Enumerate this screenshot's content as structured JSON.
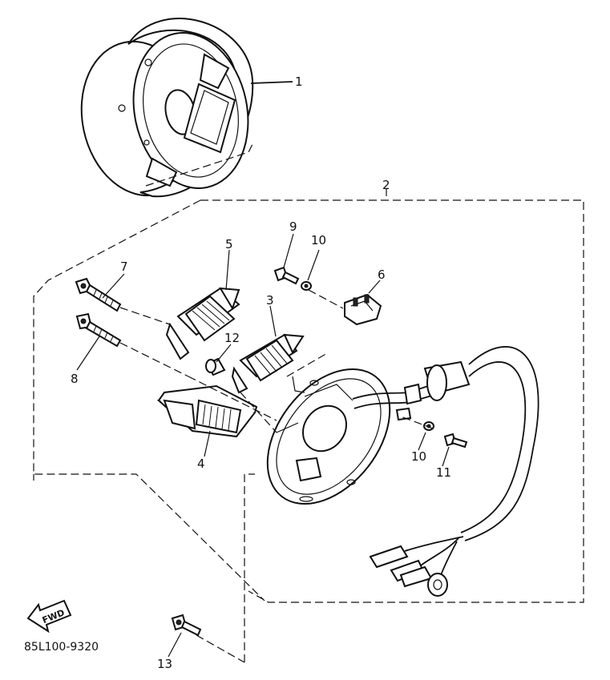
{
  "diagram": {
    "callouts": {
      "c1": "1",
      "c2": "2",
      "c3": "3",
      "c4": "4",
      "c5": "5",
      "c6": "6",
      "c7": "7",
      "c8": "8",
      "c9": "9",
      "c10a": "10",
      "c10b": "10",
      "c11": "11",
      "c12": "12",
      "c13": "13"
    },
    "fwd_label": "FWD",
    "part_code": "85L100-9320"
  }
}
